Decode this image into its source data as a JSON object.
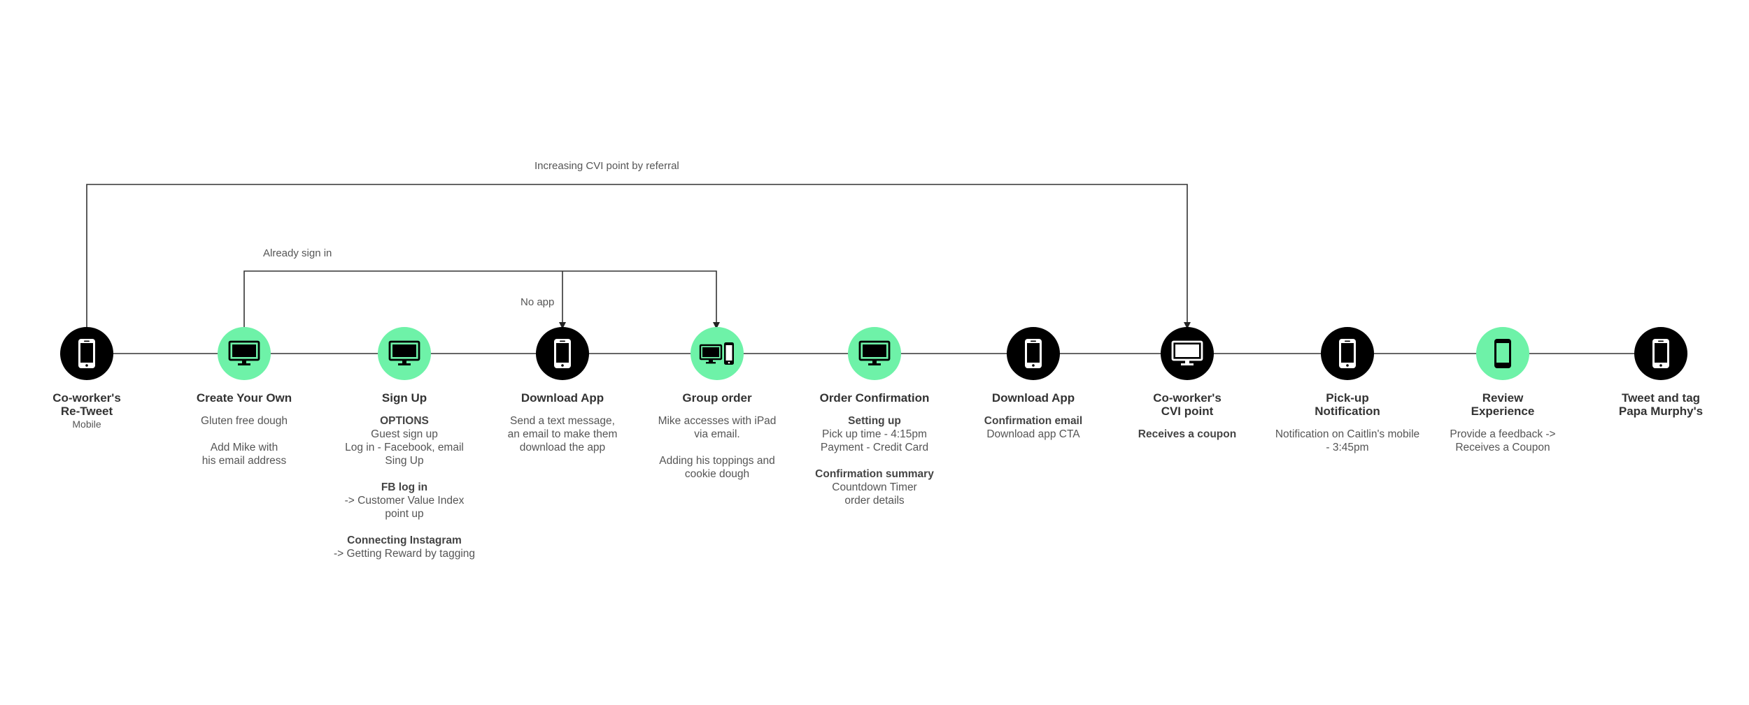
{
  "connectors": [
    {
      "label": "Increasing CVI point by referral",
      "from": "Co-worker's Re-Tweet",
      "to": "Co-worker's CVI point"
    },
    {
      "label": "Already sign in",
      "from": "Create Your Own",
      "to": "Group order"
    },
    {
      "label": "No app",
      "from": "Create Your Own",
      "to": "Download App"
    }
  ],
  "steps": [
    {
      "title": [
        "Co-worker's",
        "Re-Tweet"
      ],
      "subtitle": "Mobile",
      "node": "dark",
      "icon": "phone-icon",
      "body": []
    },
    {
      "title": [
        "Create Your Own"
      ],
      "subtitle": "",
      "node": "green",
      "icon": "desktop-icon",
      "body": [
        [
          {
            "text": "Gluten free dough",
            "bold": false
          }
        ],
        [
          {
            "text": "Add Mike with",
            "bold": false
          },
          {
            "text": "his email address",
            "bold": false
          }
        ]
      ]
    },
    {
      "title": [
        "Sign Up"
      ],
      "subtitle": "",
      "node": "green",
      "icon": "desktop-icon",
      "body": [
        [
          {
            "text": "OPTIONS",
            "bold": true
          },
          {
            "text": "Guest sign up",
            "bold": false
          },
          {
            "text": "Log in - Facebook, email",
            "bold": false
          },
          {
            "text": "Sing Up",
            "bold": false
          }
        ],
        [
          {
            "text": "FB log in",
            "bold": true
          },
          {
            "text": "-> Customer Value Index",
            "bold": false
          },
          {
            "text": "point up",
            "bold": false
          }
        ],
        [
          {
            "text": "Connecting Instagram",
            "bold": true
          },
          {
            "text": "-> Getting Reward by tagging",
            "bold": false
          }
        ]
      ]
    },
    {
      "title": [
        "Download App"
      ],
      "subtitle": "",
      "node": "dark",
      "icon": "phone-icon",
      "body": [
        [
          {
            "text": "Send a text message,",
            "bold": false
          },
          {
            "text": "an email to make them",
            "bold": false
          },
          {
            "text": "download the app",
            "bold": false
          }
        ]
      ]
    },
    {
      "title": [
        "Group order"
      ],
      "subtitle": "",
      "node": "green",
      "icon": "devices-icon",
      "body": [
        [
          {
            "text": "Mike accesses with iPad",
            "bold": false
          },
          {
            "text": "via email.",
            "bold": false
          }
        ],
        [
          {
            "text": "Adding his toppings and",
            "bold": false
          },
          {
            "text": "cookie dough",
            "bold": false
          }
        ]
      ]
    },
    {
      "title": [
        "Order Confirmation"
      ],
      "subtitle": "",
      "node": "green",
      "icon": "desktop-icon",
      "body": [
        [
          {
            "text": "Setting up",
            "bold": true
          },
          {
            "text": "Pick up time - 4:15pm",
            "bold": false
          },
          {
            "text": "Payment  - Credit Card",
            "bold": false
          }
        ],
        [
          {
            "text": "Confirmation summary",
            "bold": true
          },
          {
            "text": "Countdown Timer",
            "bold": false
          },
          {
            "text": "order details",
            "bold": false
          }
        ]
      ]
    },
    {
      "title": [
        "Download App"
      ],
      "subtitle": "",
      "node": "dark",
      "icon": "phone-icon",
      "body": [
        [
          {
            "text": "Confirmation email",
            "bold": true
          },
          {
            "text": "Download app CTA",
            "bold": false
          }
        ]
      ]
    },
    {
      "title": [
        "Co-worker's",
        "CVI point"
      ],
      "subtitle": "",
      "node": "dark",
      "icon": "desktop-icon",
      "body": [
        [
          {
            "text": "Receives a coupon",
            "bold": true
          }
        ]
      ]
    },
    {
      "title": [
        "Pick-up",
        "Notification"
      ],
      "subtitle": "",
      "node": "dark",
      "icon": "phone-icon",
      "body": [
        [
          {
            "text": "Notification on Caitlin's mobile",
            "bold": false
          },
          {
            "text": "- 3:45pm",
            "bold": false
          }
        ]
      ]
    },
    {
      "title": [
        "Review",
        "Experience"
      ],
      "subtitle": "",
      "node": "green",
      "icon": "phone-icon",
      "body": [
        [
          {
            "text": "Provide a feedback ->",
            "bold": false
          },
          {
            "text": "Receives a Coupon",
            "bold": false
          }
        ]
      ]
    },
    {
      "title": [
        "Tweet and tag",
        "Papa Murphy's"
      ],
      "subtitle": "",
      "node": "dark",
      "icon": "phone-icon",
      "body": []
    }
  ],
  "colors": {
    "dark_node": "#000000",
    "green_node": "#6ef2a8",
    "line": "#333333",
    "text": "#555555"
  }
}
